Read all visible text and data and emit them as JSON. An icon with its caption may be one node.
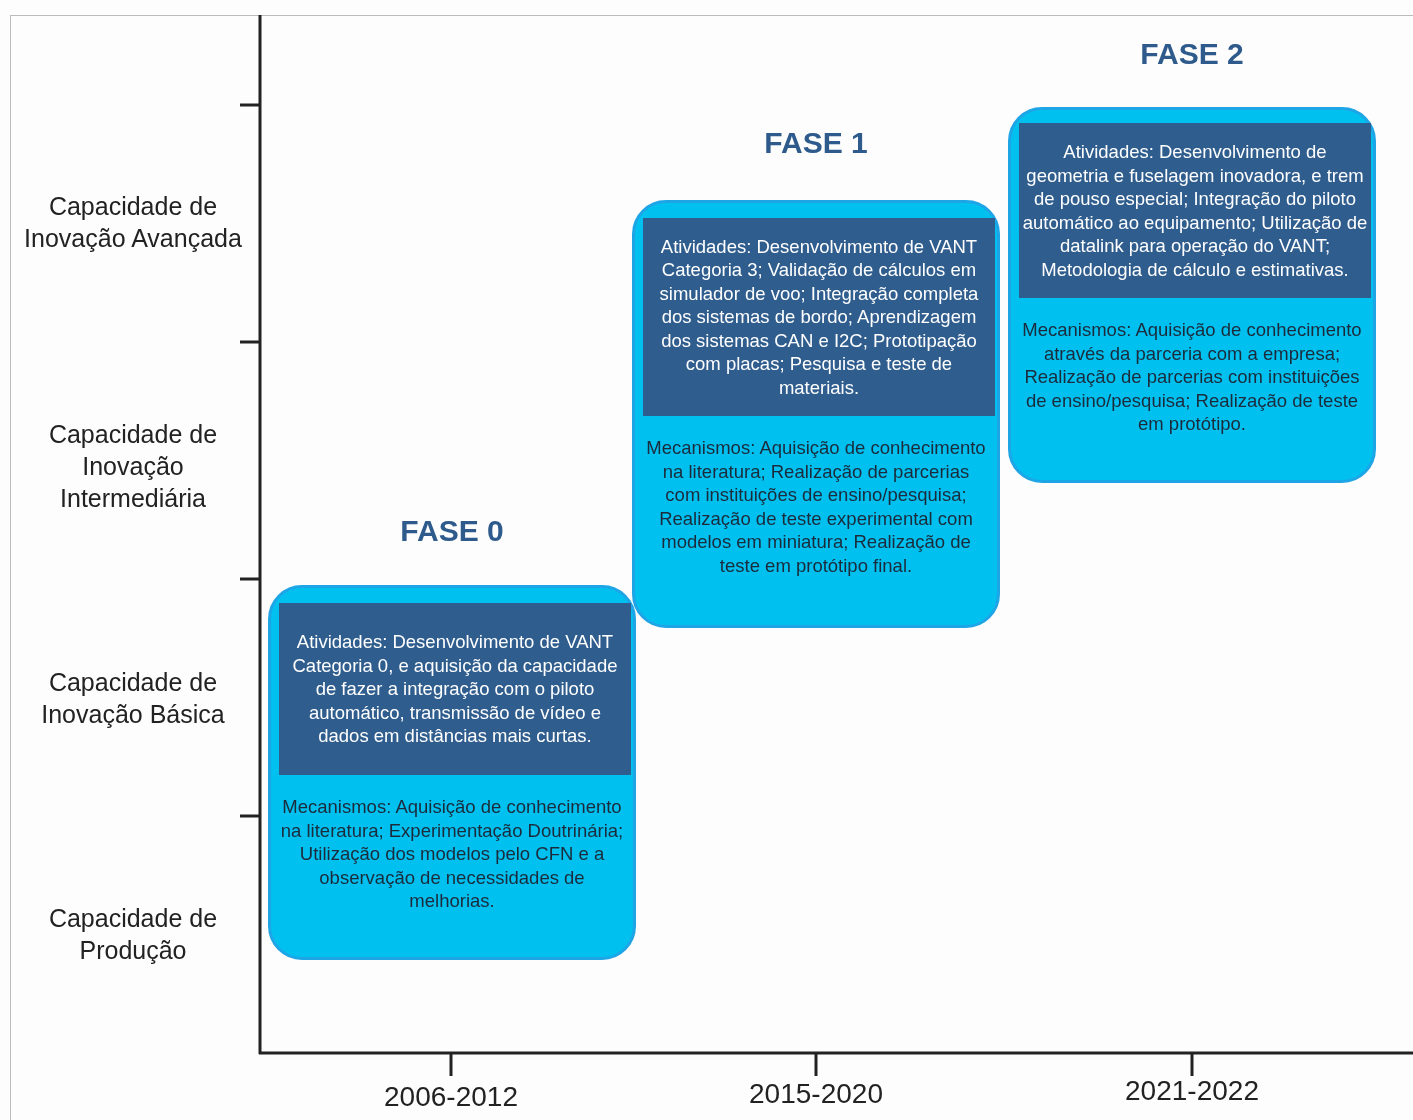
{
  "diagram": {
    "nodes": [
      {
        "text": [
          "FASE 0",
          "Mecanismos: Aquisição de conhecimento na literatura; Experimentação Doutrinária; Utilização dos modelos pelo CFN e a observação de necessidades de melhorias."
        ]
      },
      {
        "text": [
          "Atividades: Desenvolvimento de VANT Categoria 0, e aquisição da capacidade de fazer a integração com o piloto automático, transmissão de vídeo e dados em distâncias mais curtas."
        ],
        "in": 0
      },
      {
        "text": [
          "FASE 1",
          "Mecanismos: Aquisição de conhecimento na literatura; Realização de parcerias com instituições de ensino/pesquisa; Realização de teste experimental com modelos em miniatura; Realização de teste em protótipo final."
        ]
      },
      {
        "text": [
          "Atividades: Desenvolvimento de VANT Categoria 3; Validação de cálculos em simulador de voo; Integração completa dos sistemas de bordo; Aprendizagem dos sistemas CAN e I2C; Prototipação com placas; Pesquisa e teste de materiais."
        ],
        "in": 2
      },
      {
        "text": [
          "FASE 2",
          "Mecanismos: Aquisição de conhecimento através da parceria com a empresa; Realização de parcerias com instituições de ensino/pesquisa; Realização de teste em protótipo."
        ]
      },
      {
        "text": [
          "Atividades: Desenvolvimento de geometria e fuselagem inovadora, e trem de pouso especial; Integração do piloto automático ao equipamento; Utilização de datalink para operação do VANT; Metodologia de cálculo e estimativas."
        ],
        "in": 4
      }
    ],
    "edges": [],
    "labels": [
      "Capacidade de Inovação Avançada",
      "Capacidade de Inovação Intermediária",
      "Capacidade de Inovação Básica",
      "Capacidade de Produção",
      "2006-2012",
      "2015-2020",
      "2021-2022"
    ]
  }
}
